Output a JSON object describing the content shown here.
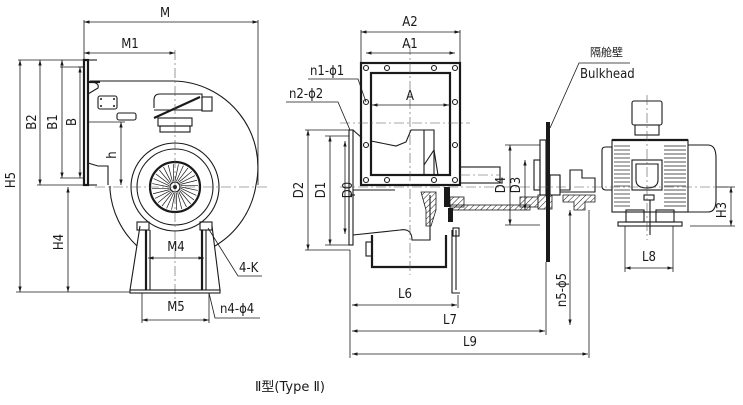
{
  "caption": "Ⅱ型(Type Ⅱ)",
  "annotation": {
    "bulkhead_cn": "隔舱壁",
    "bulkhead_en": "Bulkhead"
  },
  "front_view": {
    "dimensions": {
      "M": "M",
      "M1": "M1",
      "B2": "B2",
      "B1": "B1",
      "B": "B",
      "h": "h",
      "H5": "H5",
      "H4": "H4",
      "M4": "M4",
      "M5": "M5",
      "K": "4-K",
      "n4": "n4-ϕ4"
    }
  },
  "side_view": {
    "dimensions": {
      "A2": "A2",
      "A1": "A1",
      "A": "A",
      "n1": "n1-ϕ1",
      "n2": "n2-ϕ2",
      "D2": "D2",
      "D1": "D1",
      "D0": "D0",
      "D4": "D4",
      "D3": "D3",
      "H3": "H3",
      "L6": "L6",
      "L7": "L7",
      "L9": "L9",
      "L8": "L8",
      "n5": "n5-ϕ5"
    }
  }
}
